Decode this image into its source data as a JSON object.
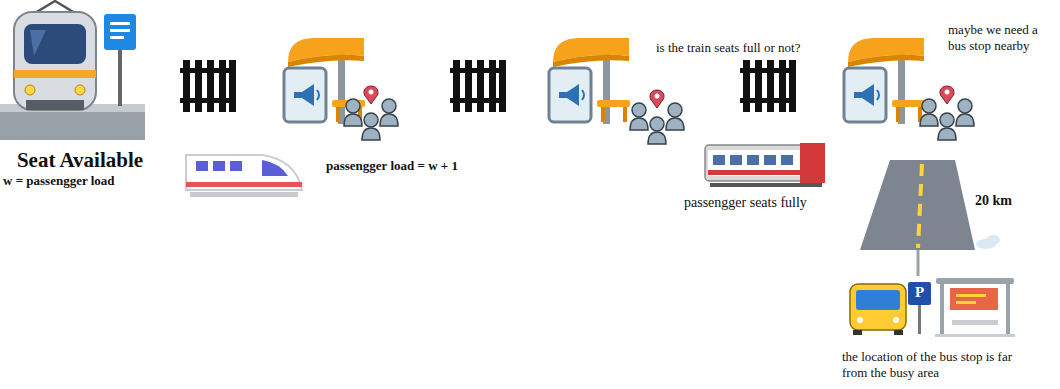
{
  "diagram": {
    "labels": [
      "Seat Available",
      "w = passengger load",
      "passengger load = w + 1",
      "is the train seats full or not?",
      "maybe we need a bus stop nearby",
      "passengger seats fully",
      "20 km",
      "P",
      "the location of the bus stop is far from the busy area"
    ]
  }
}
